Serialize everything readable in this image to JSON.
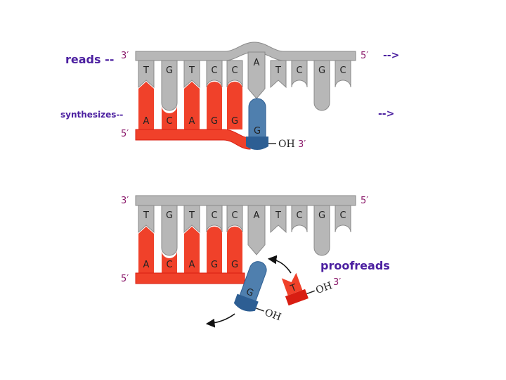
{
  "labels": {
    "reads": "reads --",
    "reads_arrow": "-->",
    "synthesizes": "synthesizes--",
    "synthesizes_arrow": "-->",
    "proofreads": "proofreads"
  },
  "ends": {
    "three_prime": "3′",
    "five_prime": "5′",
    "hydroxyl": "OH"
  },
  "template_strand": [
    "T",
    "G",
    "T",
    "C",
    "C",
    "A",
    "T",
    "C",
    "G",
    "C"
  ],
  "synthesized_strand": [
    "A",
    "C",
    "A",
    "G",
    "G"
  ],
  "mismatched_base": "G",
  "correct_base": "T",
  "colors": {
    "template": "#b7b7b7",
    "template_outline": "#8a8a8a",
    "new_strand": "#f0412a",
    "new_strand_dark": "#d81e12",
    "mismatch": "#4f7fae",
    "mismatch_dark": "#2d5e93",
    "label_purple": "#4b1fa0",
    "end_label": "#8b1a6b"
  }
}
